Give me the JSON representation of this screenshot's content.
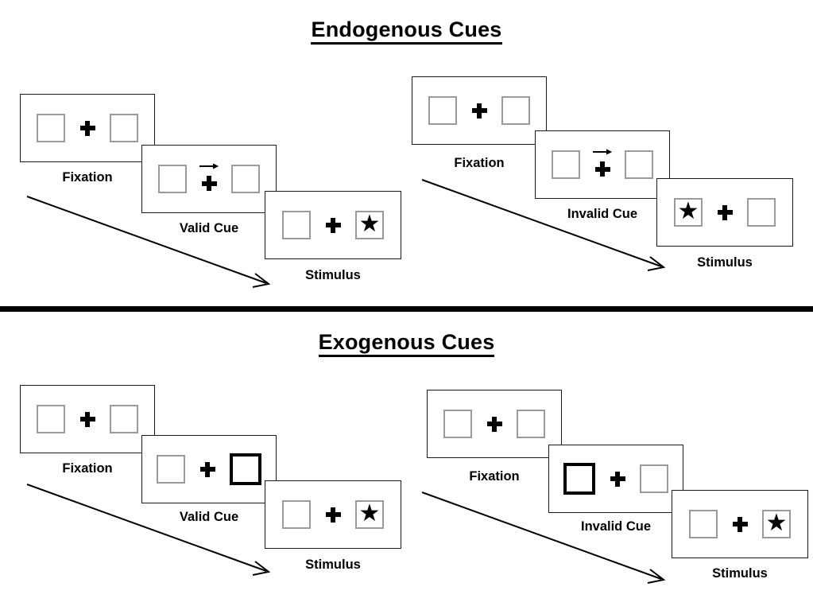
{
  "sections": [
    {
      "title": "Endogenous Cues",
      "cue_type": "central-arrow",
      "groups": [
        {
          "name": "endogenous-valid",
          "panels": [
            {
              "label": "Fixation",
              "left_box": "empty",
              "right_box": "empty",
              "center": "cross"
            },
            {
              "label": "Valid Cue",
              "left_box": "empty",
              "right_box": "empty",
              "center": "cross-with-right-arrow"
            },
            {
              "label": "Stimulus",
              "left_box": "empty",
              "right_box": "star",
              "center": "cross"
            }
          ]
        },
        {
          "name": "endogenous-invalid",
          "panels": [
            {
              "label": "Fixation",
              "left_box": "empty",
              "right_box": "empty",
              "center": "cross"
            },
            {
              "label": "Invalid Cue",
              "left_box": "empty",
              "right_box": "empty",
              "center": "cross-with-right-arrow"
            },
            {
              "label": "Stimulus",
              "left_box": "star",
              "right_box": "empty",
              "center": "cross"
            }
          ]
        }
      ]
    },
    {
      "title": "Exogenous Cues",
      "cue_type": "peripheral-box-flash",
      "groups": [
        {
          "name": "exogenous-valid",
          "panels": [
            {
              "label": "Fixation",
              "left_box": "empty",
              "right_box": "empty",
              "center": "cross"
            },
            {
              "label": "Valid Cue",
              "left_box": "empty",
              "right_box": "cued",
              "center": "cross"
            },
            {
              "label": "Stimulus",
              "left_box": "empty",
              "right_box": "star",
              "center": "cross"
            }
          ]
        },
        {
          "name": "exogenous-invalid",
          "panels": [
            {
              "label": "Fixation",
              "left_box": "empty",
              "right_box": "empty",
              "center": "cross"
            },
            {
              "label": "Invalid Cue",
              "left_box": "cued",
              "right_box": "empty",
              "center": "cross"
            },
            {
              "label": "Stimulus",
              "left_box": "empty",
              "right_box": "star",
              "center": "cross"
            }
          ]
        }
      ]
    }
  ],
  "glyphs": {
    "star": "★",
    "fixation_cross": "plus-sign",
    "cue_arrow": "right-arrow"
  },
  "colors": {
    "background": "#ffffff",
    "stroke": "#000000",
    "panel_border": "#1a1a1a",
    "box_border": "#9a9a9a",
    "cued_box_border": "#000000",
    "divider": "#000000"
  },
  "time_arrows": {
    "count": 4,
    "direction": "down-right",
    "meaning": "time"
  }
}
